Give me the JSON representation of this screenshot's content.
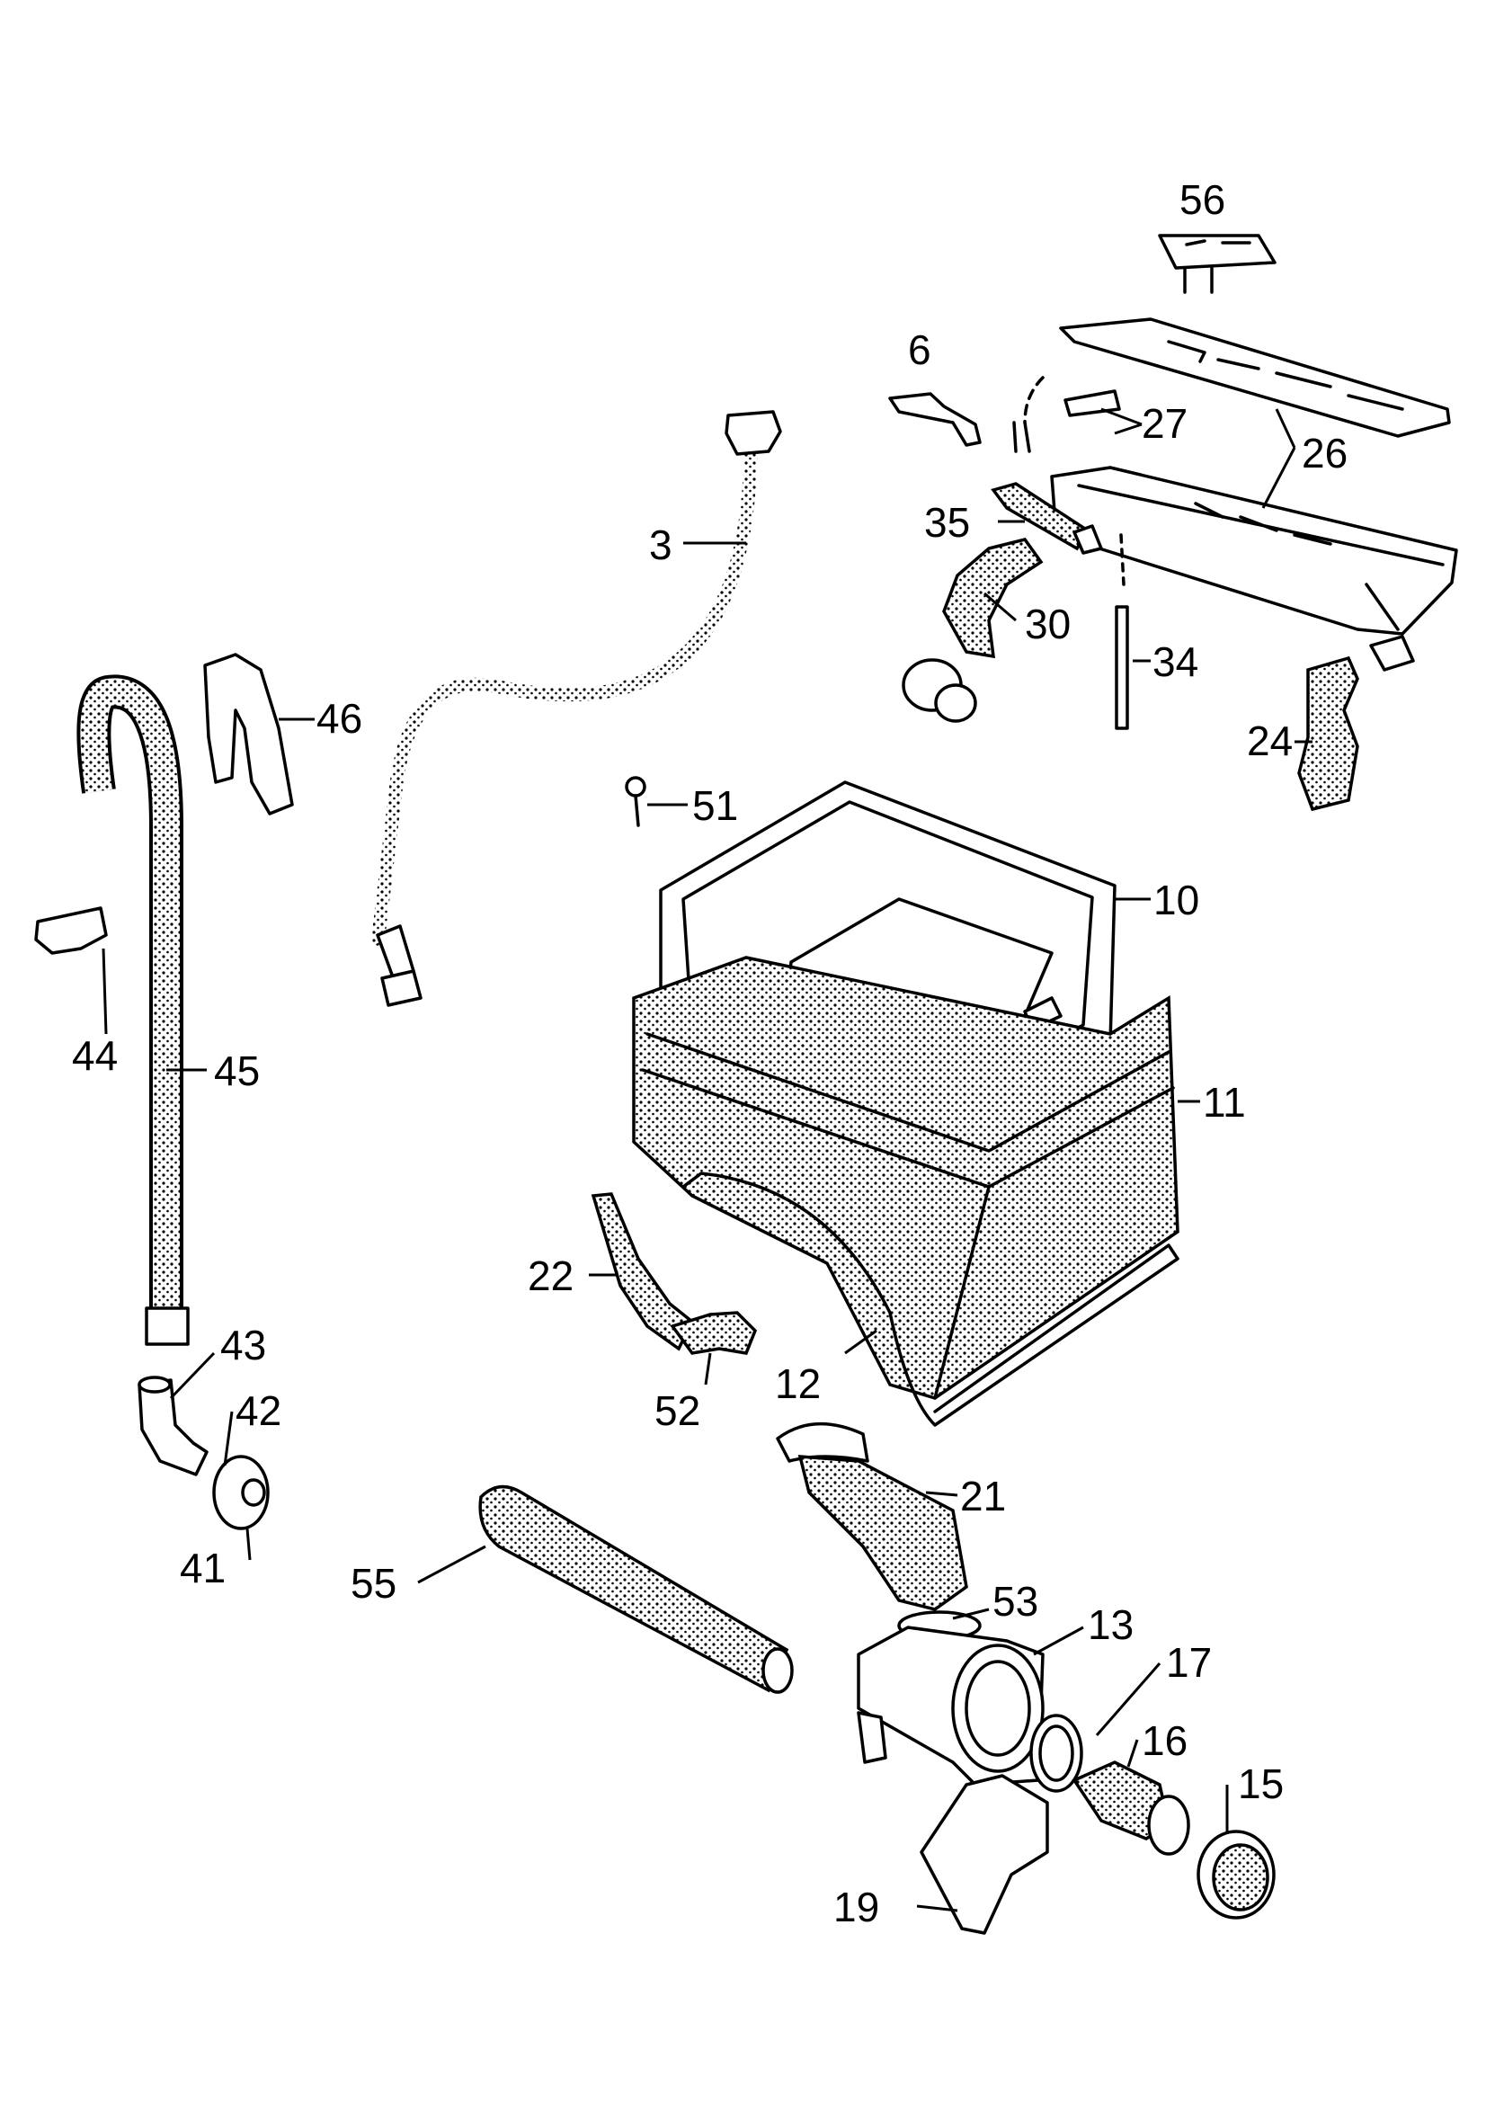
{
  "callouts": [
    {
      "id": "p56",
      "text": "56"
    },
    {
      "id": "p6",
      "text": "6"
    },
    {
      "id": "p27",
      "text": "27"
    },
    {
      "id": "p26",
      "text": "26"
    },
    {
      "id": "p35",
      "text": "35"
    },
    {
      "id": "p3",
      "text": "3"
    },
    {
      "id": "p30",
      "text": "30"
    },
    {
      "id": "p34",
      "text": "34"
    },
    {
      "id": "p46",
      "text": "46"
    },
    {
      "id": "p24",
      "text": "24"
    },
    {
      "id": "p51",
      "text": "51"
    },
    {
      "id": "p10",
      "text": "10"
    },
    {
      "id": "p44",
      "text": "44"
    },
    {
      "id": "p45",
      "text": "45"
    },
    {
      "id": "p11",
      "text": "11"
    },
    {
      "id": "p22",
      "text": "22"
    },
    {
      "id": "p43",
      "text": "43"
    },
    {
      "id": "p12",
      "text": "12"
    },
    {
      "id": "p42",
      "text": "42"
    },
    {
      "id": "p52",
      "text": "52"
    },
    {
      "id": "p21",
      "text": "21"
    },
    {
      "id": "p41",
      "text": "41"
    },
    {
      "id": "p55",
      "text": "55"
    },
    {
      "id": "p53",
      "text": "53"
    },
    {
      "id": "p13",
      "text": "13"
    },
    {
      "id": "p17",
      "text": "17"
    },
    {
      "id": "p16",
      "text": "16"
    },
    {
      "id": "p15",
      "text": "15"
    },
    {
      "id": "p19",
      "text": "19"
    }
  ]
}
